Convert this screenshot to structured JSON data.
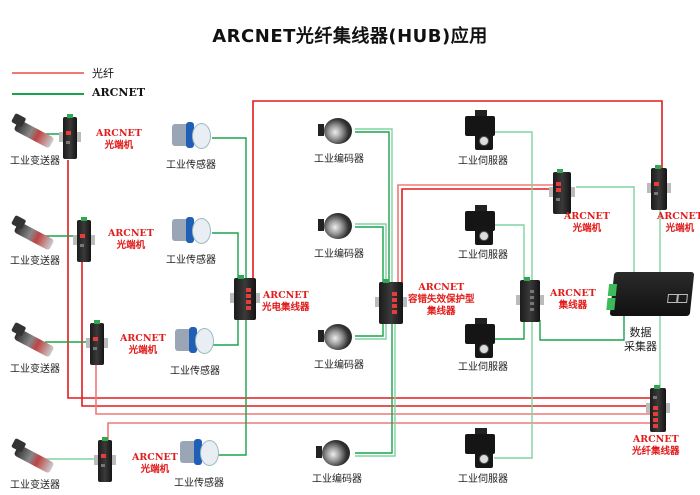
{
  "title": "ARCNET光纤集线器(HUB)应用",
  "legend": [
    {
      "label": "光纤",
      "color": "#f07878"
    },
    {
      "label": "ARCNET",
      "color": "#1aa34a"
    }
  ],
  "colors": {
    "fiber": "#e21b1b",
    "fiber_light": "#f07878",
    "arcnet": "#1aa34a",
    "arcnet_light": "#7fd3a0",
    "label_red": "#e21b1b"
  },
  "devices": {
    "transmitters": [
      "工业变送器",
      "工业变送器",
      "工业变送器",
      "工业变送器"
    ],
    "converters_left": [
      {
        "l1": "ARCNET",
        "l2": "光端机"
      },
      {
        "l1": "ARCNET",
        "l2": "光端机"
      },
      {
        "l1": "ARCNET",
        "l2": "光端机"
      },
      {
        "l1": "ARCNET",
        "l2": "光端机"
      }
    ],
    "sensors": [
      "工业传感器",
      "工业传感器",
      "工业传感器",
      "工业传感器"
    ],
    "opto_hub": {
      "l1": "ARCNET",
      "l2": "光电集线器"
    },
    "encoders": [
      "工业编码器",
      "工业编码器",
      "工业编码器",
      "工业编码器"
    ],
    "fault_hub": {
      "l1": "ARCNET",
      "l2": "容错失效保护型",
      "l3": "集线器"
    },
    "servos": [
      "工业伺服器",
      "工业伺服器",
      "工业伺服器",
      "工业伺服器"
    ],
    "hub": {
      "l1": "ARCNET",
      "l2": "集线器"
    },
    "converters_right": [
      {
        "l1": "ARCNET",
        "l2": "光端机"
      },
      {
        "l1": "ARCNET",
        "l2": "光端机"
      }
    ],
    "collector": {
      "l1": "数据",
      "l2": "采集器"
    },
    "fiber_hub": {
      "l1": "ARCNET",
      "l2": "光纤集线器"
    }
  }
}
